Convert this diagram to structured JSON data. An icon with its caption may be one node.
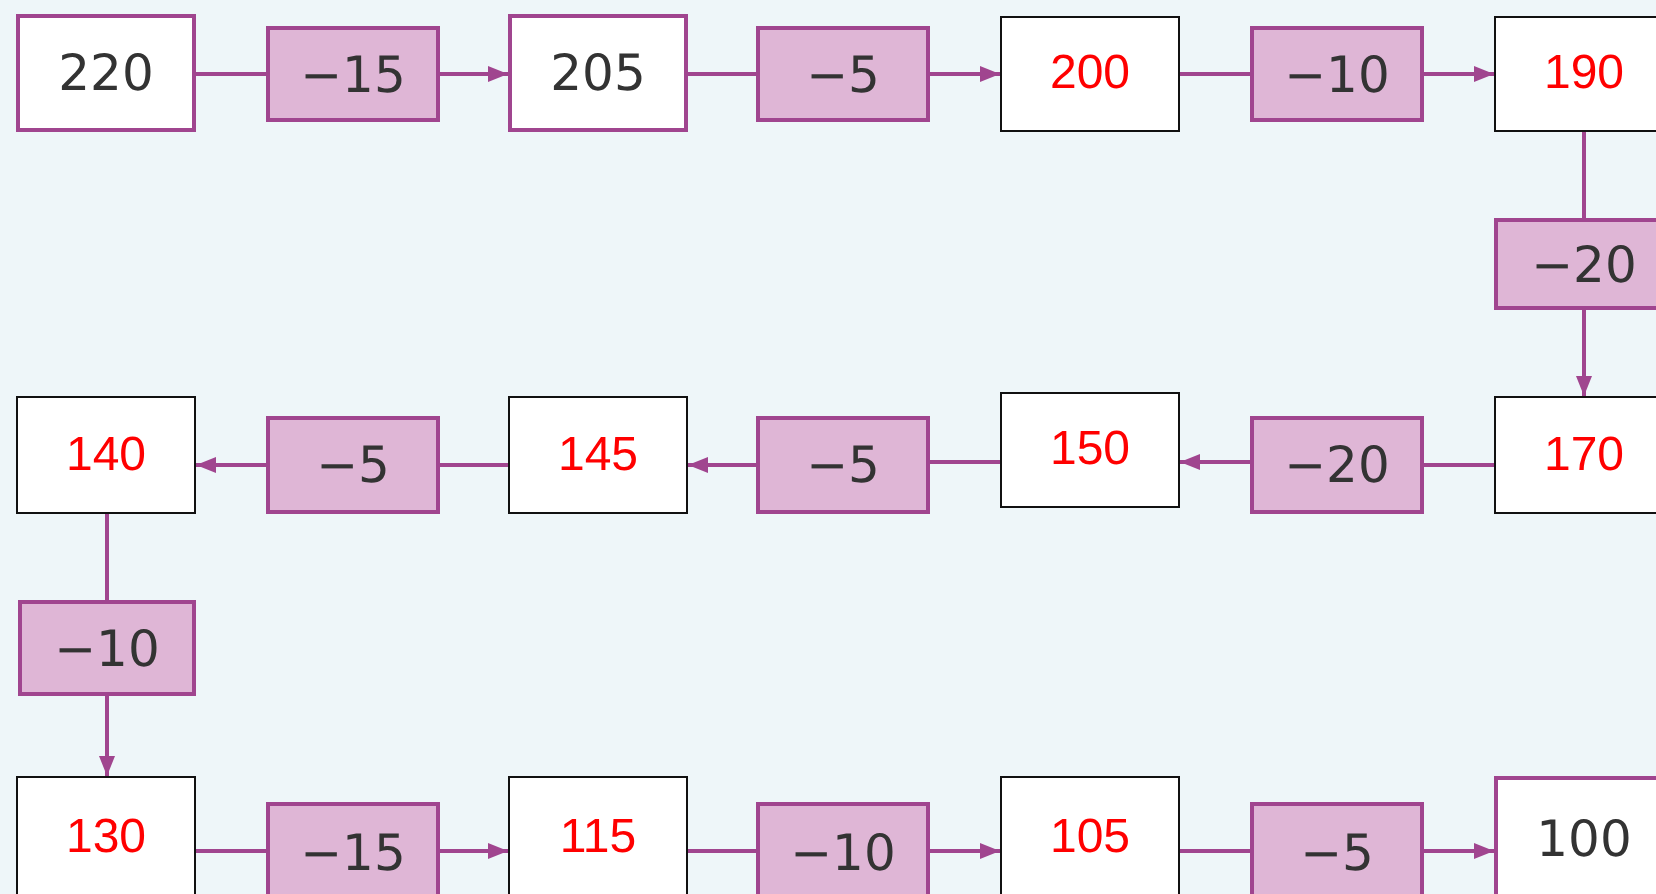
{
  "diagram": {
    "nodes": [
      {
        "text": [
          "220"
        ]
      },
      {
        "text": [
          "−15"
        ]
      },
      {
        "text": [
          "205"
        ]
      },
      {
        "text": [
          "−5"
        ]
      },
      {
        "text": [
          "200"
        ]
      },
      {
        "text": [
          "−10"
        ]
      },
      {
        "text": [
          "190"
        ]
      },
      {
        "text": [
          "−20"
        ]
      },
      {
        "text": [
          "170"
        ]
      },
      {
        "text": [
          "−20"
        ]
      },
      {
        "text": [
          "150"
        ]
      },
      {
        "text": [
          "−5"
        ]
      },
      {
        "text": [
          "145"
        ]
      },
      {
        "text": [
          "−5"
        ]
      },
      {
        "text": [
          "140"
        ]
      },
      {
        "text": [
          "−10"
        ]
      },
      {
        "text": [
          "130"
        ]
      },
      {
        "text": [
          "−15"
        ]
      },
      {
        "text": [
          "115"
        ]
      },
      {
        "text": [
          "−10"
        ]
      },
      {
        "text": [
          "105"
        ]
      },
      {
        "text": [
          "−5"
        ]
      },
      {
        "text": [
          "100"
        ]
      }
    ],
    "edges": [
      {
        "from": 0,
        "to": 1,
        "arrow": "none"
      },
      {
        "from": 1,
        "to": 2,
        "arrow": "to"
      },
      {
        "from": 2,
        "to": 3,
        "arrow": "none"
      },
      {
        "from": 3,
        "to": 4,
        "arrow": "to"
      },
      {
        "from": 4,
        "to": 5,
        "arrow": "none"
      },
      {
        "from": 5,
        "to": 6,
        "arrow": "to"
      },
      {
        "from": 6,
        "to": 7,
        "arrow": "none"
      },
      {
        "from": 7,
        "to": 8,
        "arrow": "to"
      },
      {
        "from": 8,
        "to": 9,
        "arrow": "none"
      },
      {
        "from": 9,
        "to": 10,
        "arrow": "to"
      },
      {
        "from": 10,
        "to": 11,
        "arrow": "none"
      },
      {
        "from": 11,
        "to": 12,
        "arrow": "to"
      },
      {
        "from": 12,
        "to": 13,
        "arrow": "none"
      },
      {
        "from": 13,
        "to": 14,
        "arrow": "to"
      },
      {
        "from": 14,
        "to": 15,
        "arrow": "none"
      },
      {
        "from": 15,
        "to": 16,
        "arrow": "to"
      },
      {
        "from": 16,
        "to": 17,
        "arrow": "none"
      },
      {
        "from": 17,
        "to": 18,
        "arrow": "to"
      },
      {
        "from": 18,
        "to": 19,
        "arrow": "none"
      },
      {
        "from": 19,
        "to": 20,
        "arrow": "to"
      },
      {
        "from": 20,
        "to": 21,
        "arrow": "none"
      },
      {
        "from": 21,
        "to": 22,
        "arrow": "to"
      }
    ]
  }
}
